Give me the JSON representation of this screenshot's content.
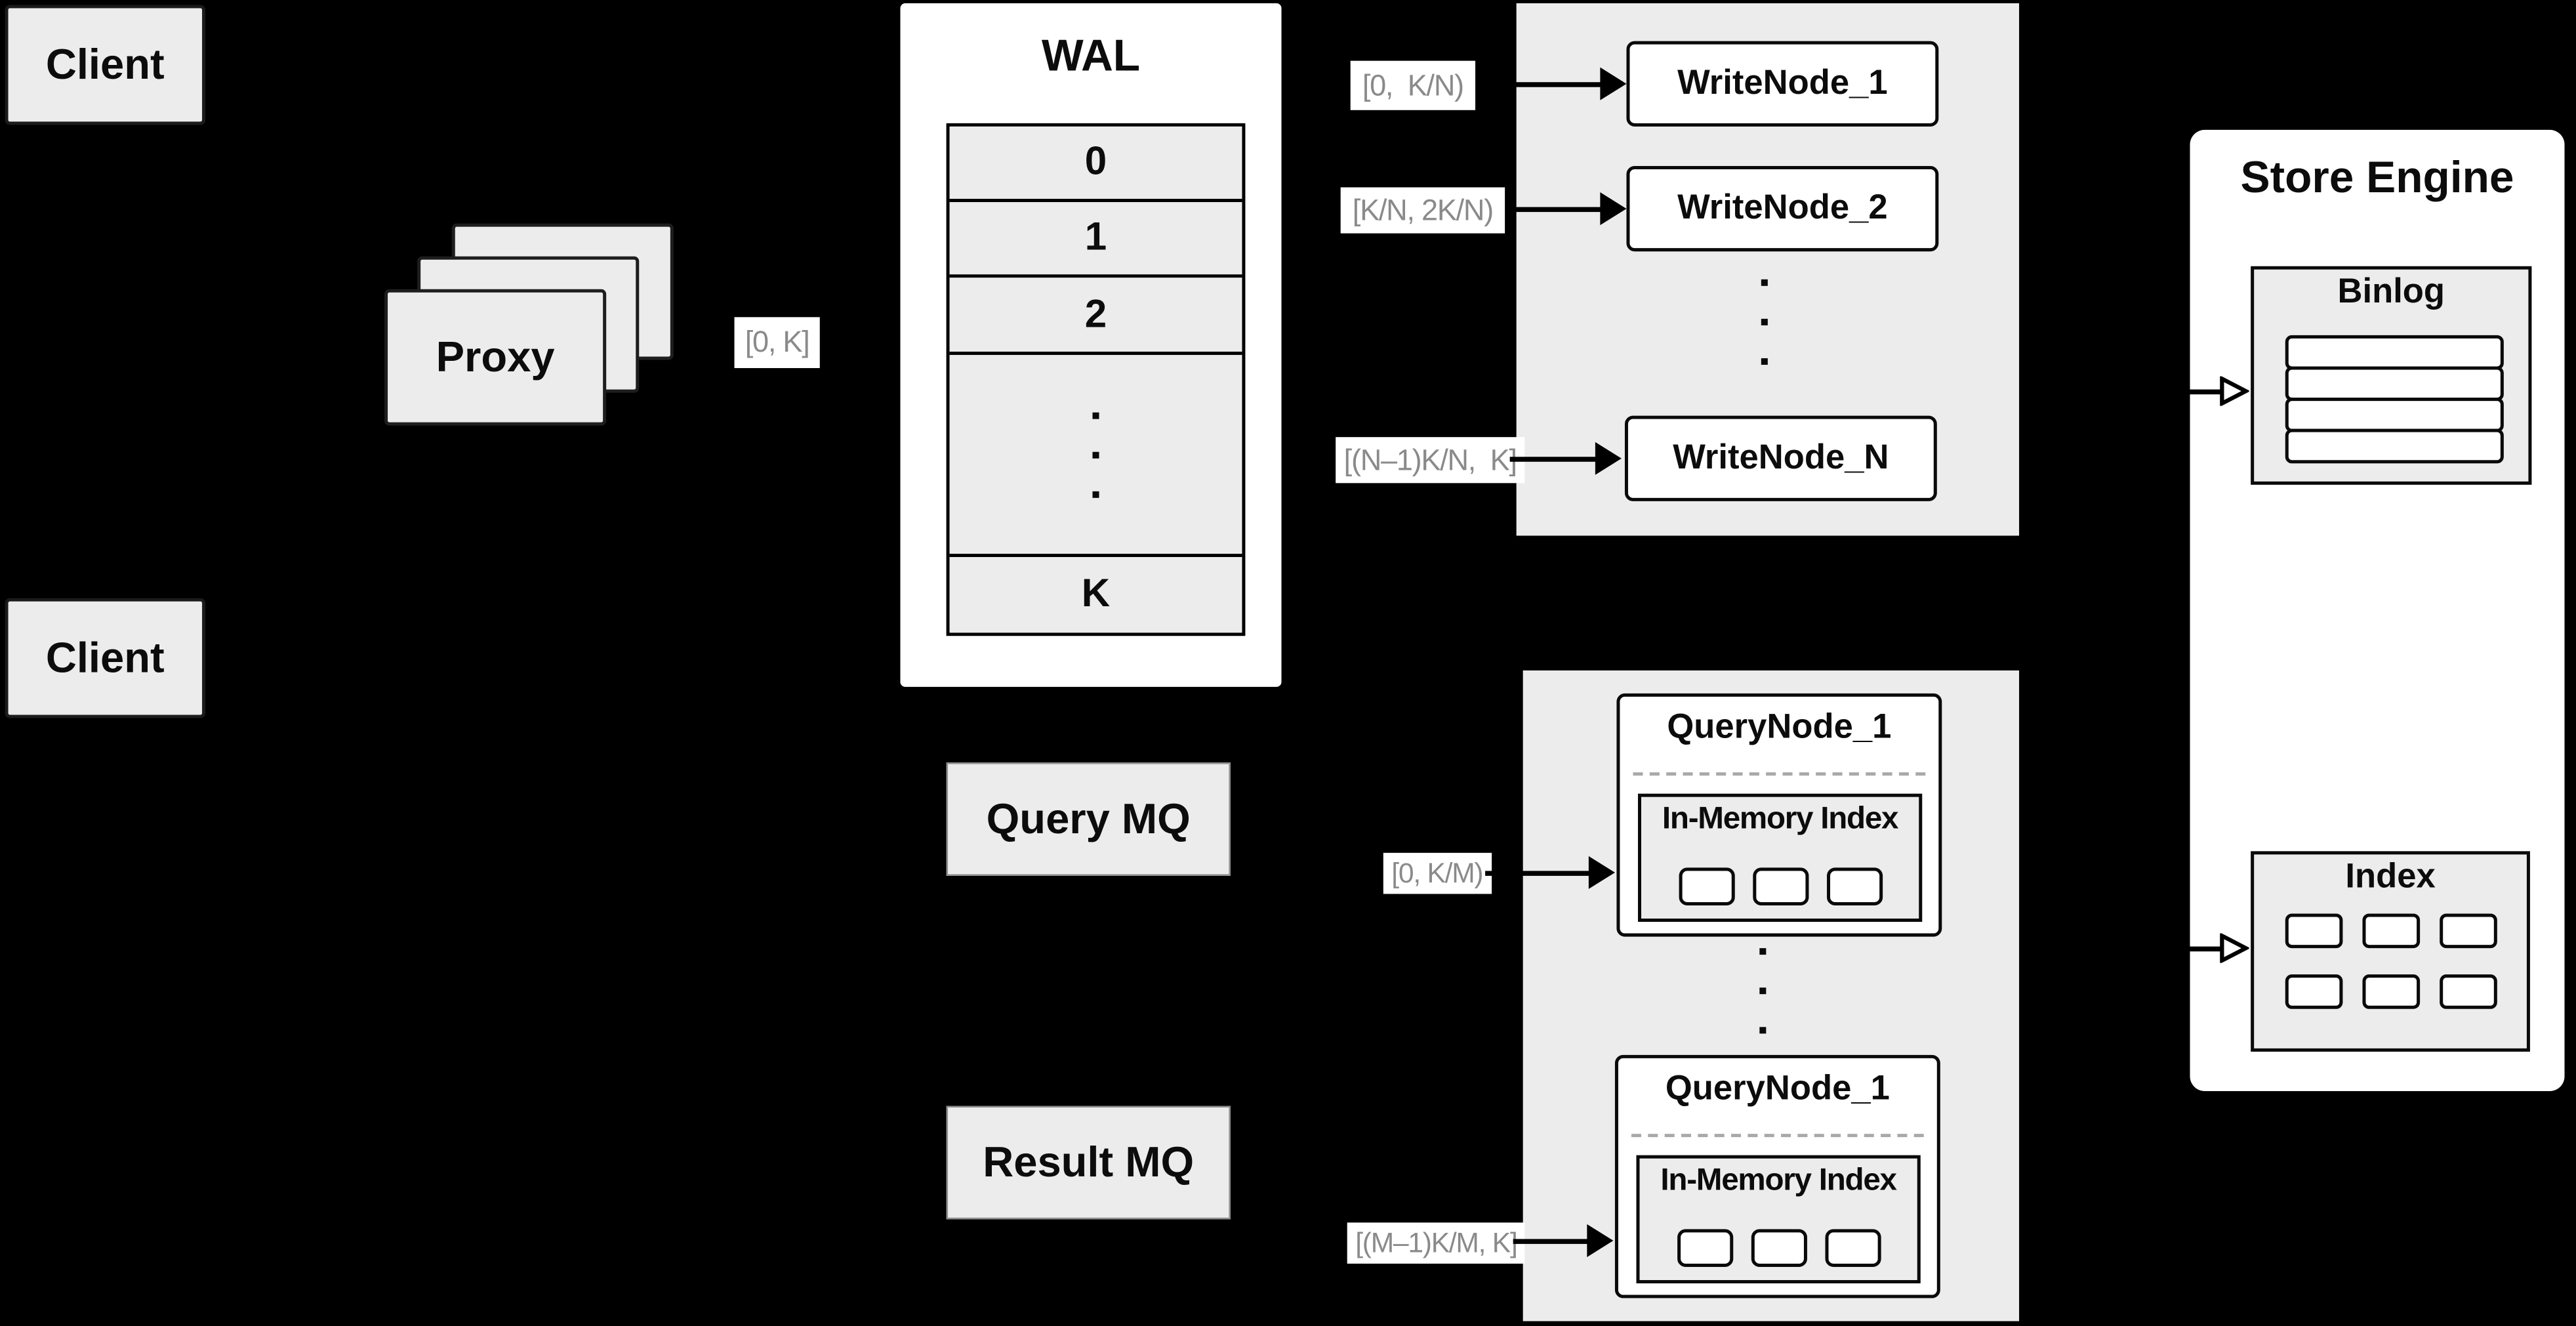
{
  "colors": {
    "background": "#000000",
    "panel_gray": "#ececec",
    "panel_white": "#ffffff",
    "line_black": "#0a0a0a",
    "range_label_text": "#8a8a8a",
    "dashed_divider": "#a9a9a9"
  },
  "clients": {
    "top": "Client",
    "bottom": "Client"
  },
  "proxy": {
    "label": "Proxy"
  },
  "wal": {
    "title": "WAL",
    "rows": [
      "0",
      "1",
      "2"
    ],
    "row_last": "K"
  },
  "range_labels": {
    "proxy_to_wal": "[0, K]",
    "to_write_node_1": "[0,  K/N)",
    "to_write_node_2": "[K/N, 2K/N)",
    "to_write_node_n": "[(N–1)K/N,  K]",
    "to_query_node_1": "[0, K/M)",
    "to_query_node_m": "[(M–1)K/M, K]"
  },
  "write_nodes": {
    "node_1": "WriteNode_1",
    "node_2": "WriteNode_2",
    "node_n": "WriteNode_N"
  },
  "message_queues": {
    "query": "Query MQ",
    "result": "Result MQ"
  },
  "query_nodes": {
    "top": {
      "title": "QueryNode_1",
      "inner_title": "In-Memory Index"
    },
    "bottom": {
      "title": "QueryNode_1",
      "inner_title": "In-Memory Index"
    }
  },
  "store_engine": {
    "title": "Store Engine",
    "binlog_title": "Binlog",
    "index_title": "Index"
  }
}
